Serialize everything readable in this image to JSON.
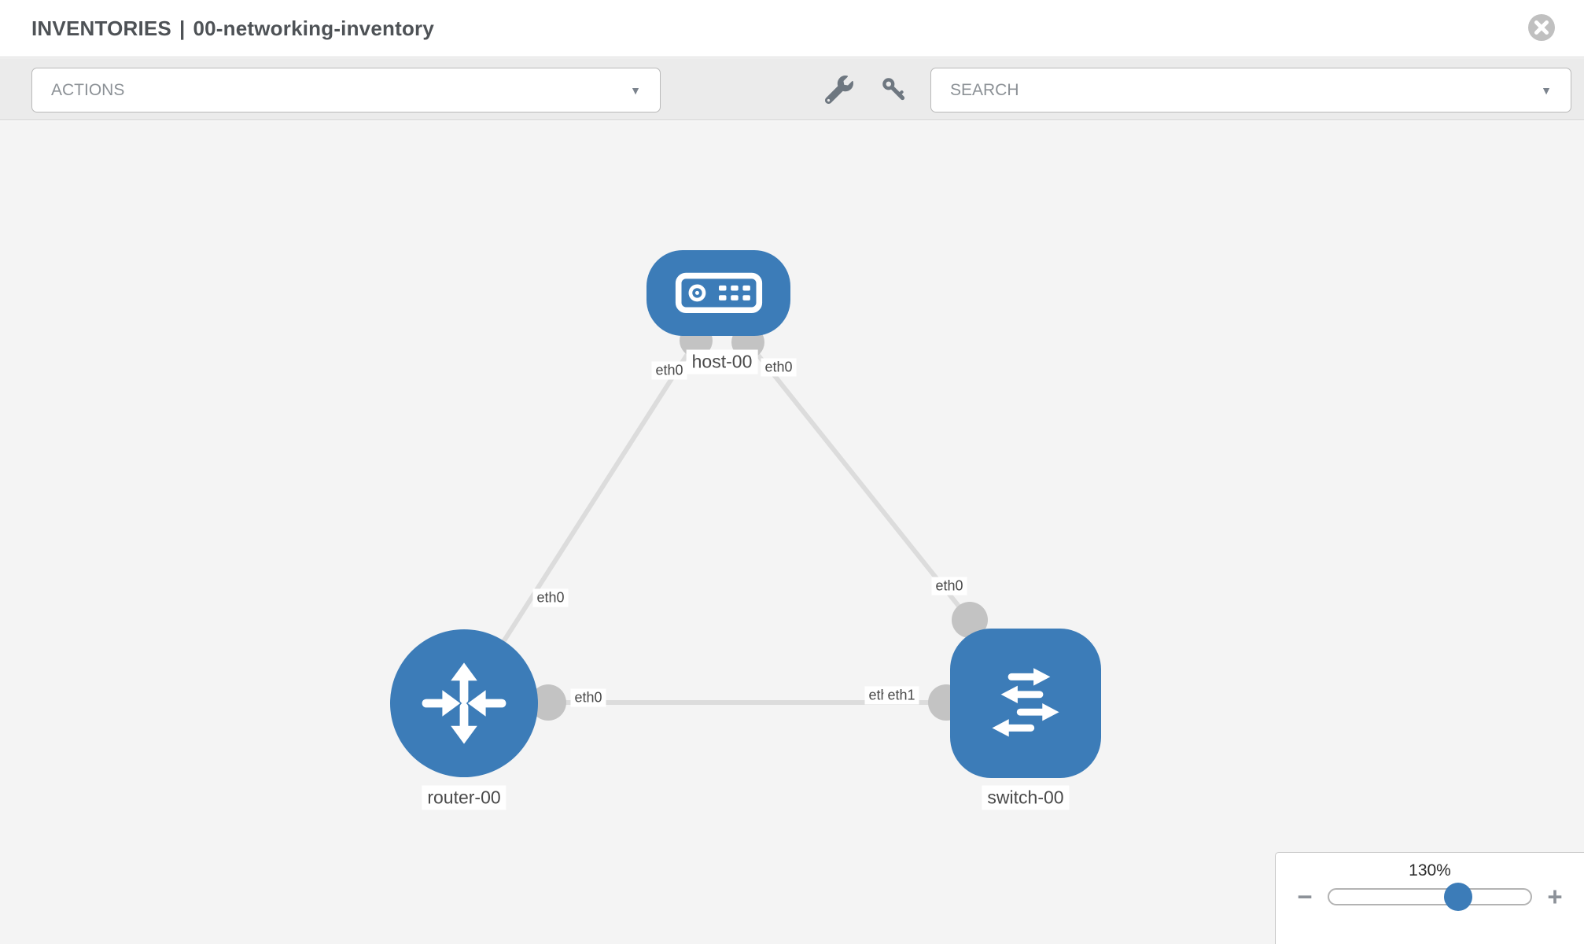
{
  "header": {
    "section": "INVENTORIES",
    "separator": "|",
    "inventory_name": "00-networking-inventory"
  },
  "toolbar": {
    "actions_placeholder": "ACTIONS",
    "search_placeholder": "SEARCH",
    "caret": "▼",
    "icons": [
      "wrench-icon",
      "key-icon"
    ]
  },
  "topology": {
    "nodes": [
      {
        "id": "host-00",
        "type": "host",
        "label": "host-00"
      },
      {
        "id": "router-00",
        "type": "router",
        "label": "router-00"
      },
      {
        "id": "switch-00",
        "type": "switch",
        "label": "switch-00"
      }
    ],
    "links": [
      {
        "from": "router-00",
        "from_interface": "eth0",
        "to": "host-00",
        "to_interface": "eth0"
      },
      {
        "from": "switch-00",
        "from_interface": "eth0",
        "to": "host-00",
        "to_interface": "eth0"
      },
      {
        "from": "router-00",
        "from_interface": "eth0",
        "to": "switch-00",
        "to_interface": "eth1"
      }
    ],
    "interface_labels": [
      {
        "text": "eth0",
        "at": "host-left"
      },
      {
        "text": "eth0",
        "at": "host-right"
      },
      {
        "text": "eth0",
        "at": "router-uplink"
      },
      {
        "text": "eth0",
        "at": "switch-uplink"
      },
      {
        "text": "eth0",
        "at": "router-right"
      },
      {
        "text": "eth0",
        "at": "switch-left-back"
      },
      {
        "text": "eth1",
        "at": "switch-left-front"
      }
    ]
  },
  "zoom_control": {
    "value": "130%",
    "minus_label": "−",
    "plus_label": "+",
    "slider_position_pct": 64
  },
  "colors": {
    "node_blue": "#3c7cb8",
    "link_gray": "#dcdcdc",
    "connector_gray": "#c3c3c3",
    "canvas_bg": "#f4f4f4",
    "toolbar_bg": "#ebebeb",
    "label_text": "#4a4a4a",
    "icon_gray": "#6e7780",
    "border_gray": "#b9b9b9"
  }
}
